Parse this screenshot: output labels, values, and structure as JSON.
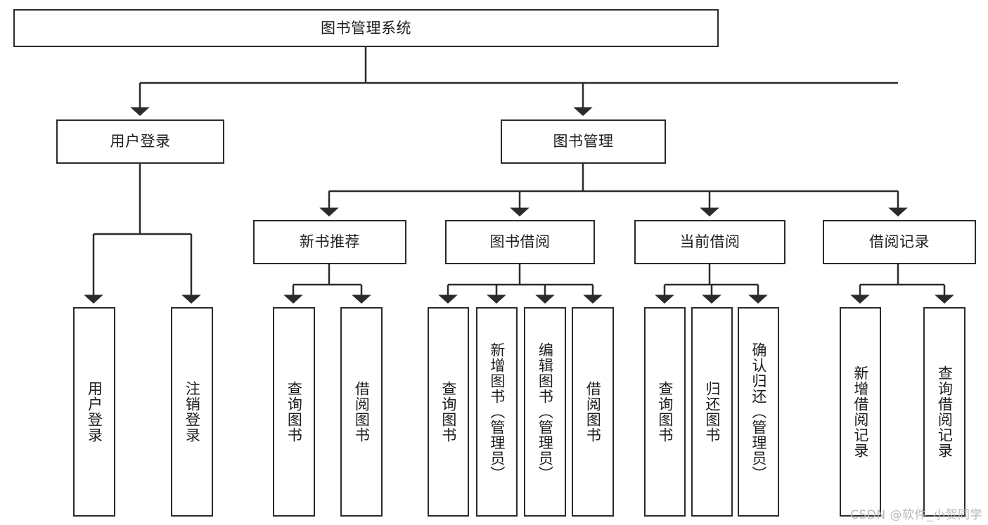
{
  "diagram": {
    "type": "tree-hierarchy",
    "title": "图书管理系统",
    "root": {
      "label": "图书管理系统"
    },
    "level2": [
      {
        "label": "用户登录"
      },
      {
        "label": "图书管理"
      }
    ],
    "level3": [
      {
        "label": "新书推荐"
      },
      {
        "label": "图书借阅"
      },
      {
        "label": "当前借阅"
      },
      {
        "label": "借阅记录"
      }
    ],
    "leaves": {
      "user_login": [
        {
          "label": "用户登录"
        },
        {
          "label": "注销登录"
        }
      ],
      "new_book_recommend": [
        {
          "label": "查询图书"
        },
        {
          "label": "借阅图书"
        }
      ],
      "book_borrow": [
        {
          "label": "查询图书"
        },
        {
          "label": "新增图书（管理员）"
        },
        {
          "label": "编辑图书（管理员）"
        },
        {
          "label": "借阅图书"
        }
      ],
      "current_borrow": [
        {
          "label": "查询图书"
        },
        {
          "label": "归还图书"
        },
        {
          "label": "确认归还（管理员）"
        }
      ],
      "borrow_record": [
        {
          "label": "新增借阅记录"
        },
        {
          "label": "查询借阅记录"
        }
      ]
    }
  },
  "watermark": {
    "text": "CSDN @软件_小贺同学"
  },
  "colors": {
    "stroke": "#2b2b2b",
    "fill": "#ffffff",
    "text": "#1c1c1c",
    "watermark": "#b8b8b8"
  }
}
